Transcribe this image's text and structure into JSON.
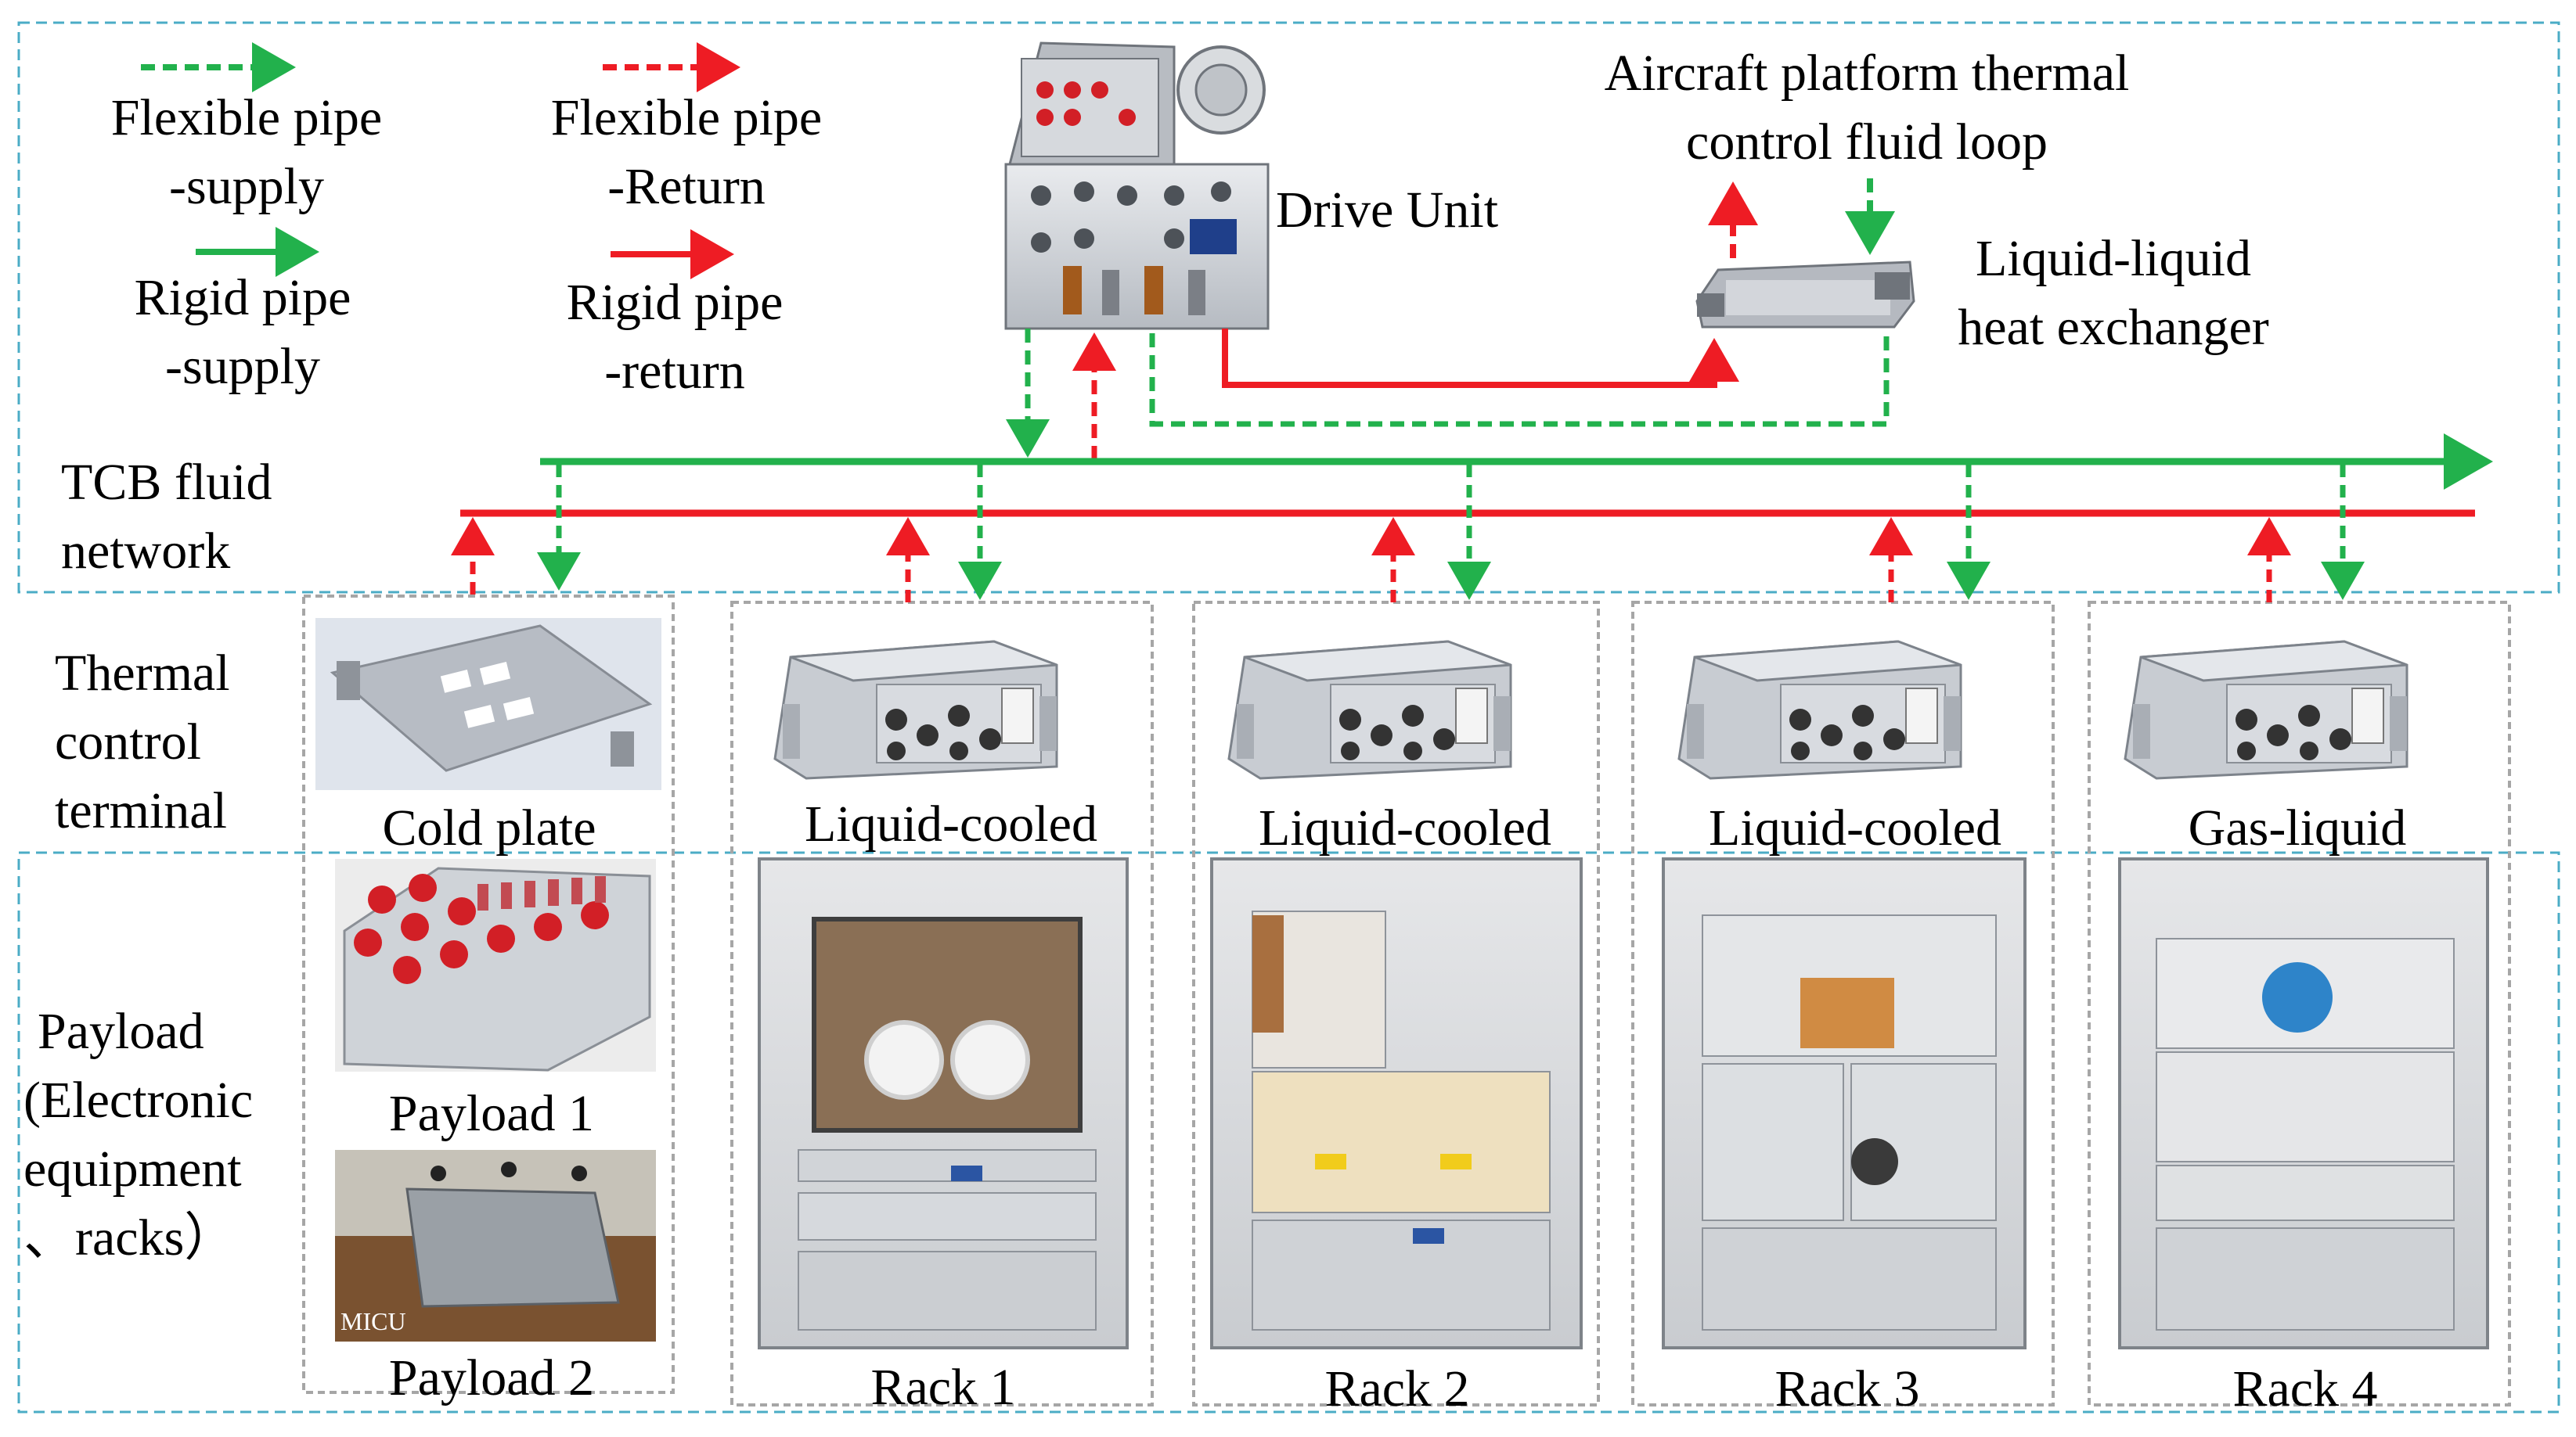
{
  "legend": {
    "flex_supply": [
      "Flexible pipe",
      "-supply"
    ],
    "flex_return": [
      "Flexible pipe",
      "-Return"
    ],
    "rigid_supply": [
      "Rigid pipe",
      "-supply"
    ],
    "rigid_return": [
      "Rigid pipe",
      "-return"
    ]
  },
  "top": {
    "drive_unit": "Drive Unit",
    "aircraft_loop": [
      "Aircraft platform thermal",
      "control fluid loop"
    ],
    "heat_exchanger": [
      "Liquid-liquid",
      "heat exchanger"
    ]
  },
  "sections": {
    "network": [
      "TCB fluid",
      "network"
    ],
    "terminal": [
      "Thermal",
      "control",
      "terminal"
    ],
    "payload": [
      "Payload",
      "(Electronic",
      "equipment",
      "、racks）"
    ]
  },
  "terminals": [
    "Cold plate",
    "Liquid-cooled",
    "Liquid-cooled",
    "Liquid-cooled",
    "Gas-liquid"
  ],
  "payloads": {
    "payload1": "Payload 1",
    "payload2": "Payload 2",
    "micu": "MICU",
    "racks": [
      "Rack 1",
      "Rack 2",
      "Rack 3",
      "Rack 4"
    ]
  },
  "colors": {
    "supply_green": "#22b14c",
    "return_red": "#ee1c24",
    "frame_blue": "#4bacc6",
    "frame_grey": "#a6a6a6"
  }
}
